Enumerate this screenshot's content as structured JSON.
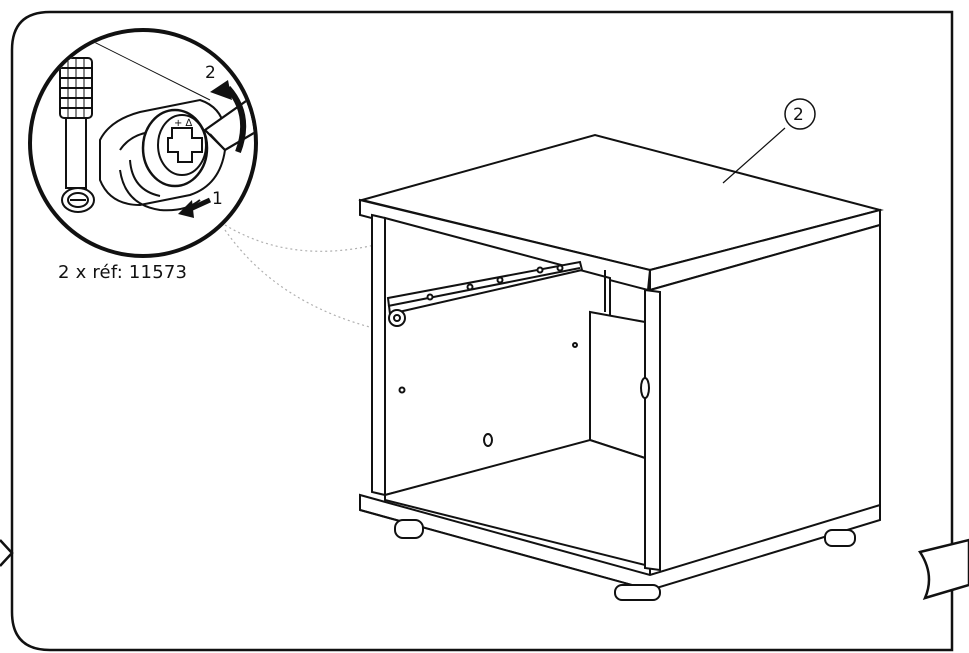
{
  "instruction": {
    "reference_text": "2 x réf: 11573",
    "part_callout": "2",
    "step_one_label": "1",
    "step_two_label": "2"
  },
  "icons": {
    "detail_circle": "cam-lock-detail-icon",
    "screwdriver": "screwdriver-icon",
    "turn_arrow": "rotate-arrow-icon",
    "push_arrow": "push-arrow-icon",
    "cabinet": "cabinet-illustration",
    "next_page": "next-page-arrow-icon",
    "prev_page": "previous-page-arrow-icon"
  },
  "colors": {
    "line": "#111111",
    "background": "#ffffff",
    "dotted": "#b0b0b0"
  }
}
